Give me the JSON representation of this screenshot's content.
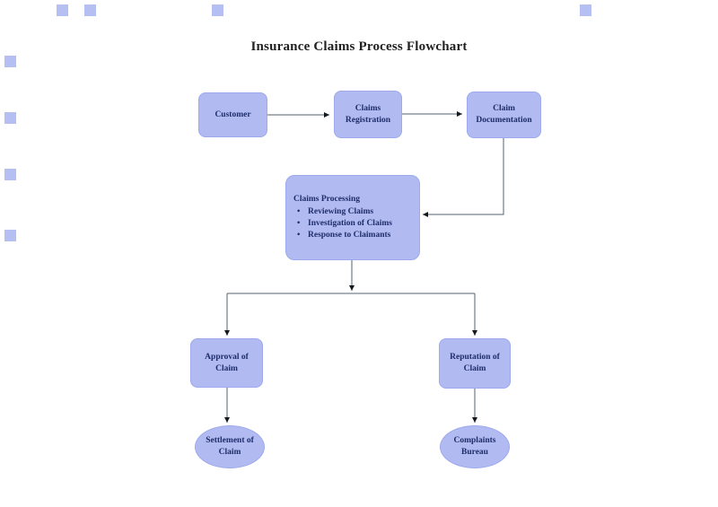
{
  "title": "Insurance Claims Process Flowchart",
  "colors": {
    "canvas_bg": "#ffffff",
    "title_text": "#212121",
    "node_fill": "#b1bbf1",
    "node_border": "#9da9ec",
    "node_text": "#1e2c6a",
    "connector": "#566270",
    "arrowhead": "#15181c",
    "edge_marker": "#b5bff2"
  },
  "nodes": {
    "customer": {
      "label": "Customer"
    },
    "claims_registration": {
      "label": "Claims Registration"
    },
    "claim_documentation": {
      "label": "Claim Documentation"
    },
    "claims_processing": {
      "heading": "Claims Processing",
      "bullet_glyph": "•",
      "items": [
        "Reviewing Claims",
        "Investigation of Claims",
        "Response to Claimants"
      ]
    },
    "approval": {
      "label": "Approval of Claim"
    },
    "reputation": {
      "label": "Reputation of Claim"
    },
    "settlement": {
      "label": "Settlement of Claim"
    },
    "complaints": {
      "label": "Complaints Bureau"
    }
  },
  "connections": [
    {
      "from": "Customer",
      "to": "Claims Registration"
    },
    {
      "from": "Claims Registration",
      "to": "Claim Documentation"
    },
    {
      "from": "Claim Documentation",
      "to": "Claims Processing"
    },
    {
      "from": "Claims Processing",
      "to": "Approval of Claim"
    },
    {
      "from": "Claims Processing",
      "to": "Reputation of Claim"
    },
    {
      "from": "Approval of Claim",
      "to": "Settlement of Claim"
    },
    {
      "from": "Reputation of Claim",
      "to": "Complaints Bureau"
    }
  ]
}
